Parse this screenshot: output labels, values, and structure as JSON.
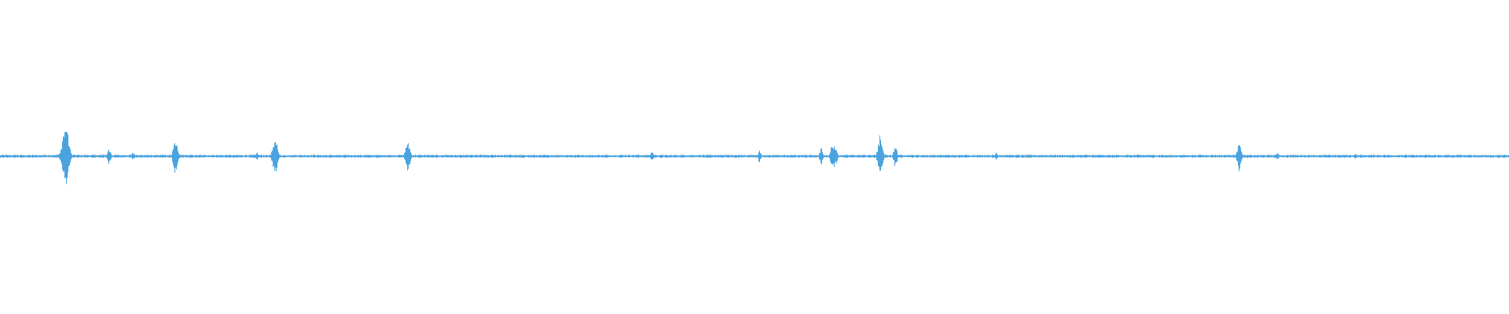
{
  "waveform": {
    "color": "#4aa3df",
    "background": "#ffffff",
    "amplitude_scale": "linear",
    "spikes": [
      {
        "position": 0.04,
        "amplitude": 0.04
      },
      {
        "position": 0.042,
        "amplitude": 0.16
      },
      {
        "position": 0.0435,
        "amplitude": 0.22
      },
      {
        "position": 0.045,
        "amplitude": 0.1
      },
      {
        "position": 0.072,
        "amplitude": 0.06
      },
      {
        "position": 0.088,
        "amplitude": 0.03
      },
      {
        "position": 0.116,
        "amplitude": 0.12
      },
      {
        "position": 0.17,
        "amplitude": 0.03
      },
      {
        "position": 0.182,
        "amplitude": 0.14
      },
      {
        "position": 0.27,
        "amplitude": 0.12
      },
      {
        "position": 0.432,
        "amplitude": 0.04
      },
      {
        "position": 0.503,
        "amplitude": 0.04
      },
      {
        "position": 0.544,
        "amplitude": 0.06
      },
      {
        "position": 0.551,
        "amplitude": 0.07
      },
      {
        "position": 0.553,
        "amplitude": 0.09
      },
      {
        "position": 0.583,
        "amplitude": 0.14
      },
      {
        "position": 0.593,
        "amplitude": 0.08
      },
      {
        "position": 0.66,
        "amplitude": 0.03
      },
      {
        "position": 0.821,
        "amplitude": 0.1
      },
      {
        "position": 0.846,
        "amplitude": 0.03
      },
      {
        "position": 0.898,
        "amplitude": 0.02
      }
    ],
    "noise_floor": 0.008
  }
}
